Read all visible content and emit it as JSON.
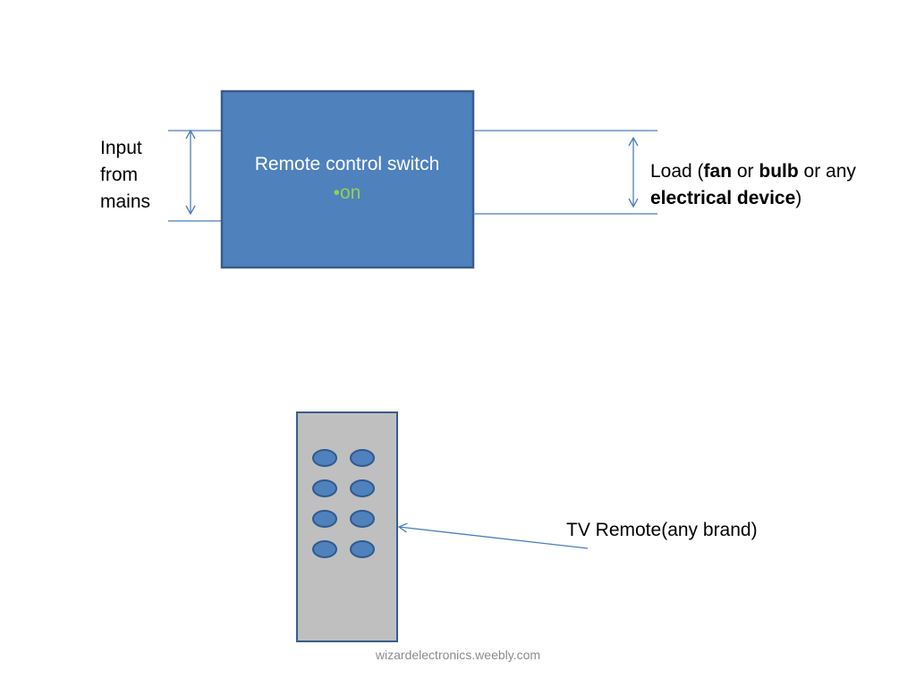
{
  "switch_box": {
    "title": "Remote control switch",
    "bullet": "•",
    "state": "on",
    "fill_color": "#4f81bd",
    "border_color": "#385d8a",
    "state_color": "#92d050"
  },
  "input": {
    "line1": "Input",
    "line2": "from",
    "line3": "mains"
  },
  "load": {
    "prefix": "Load (",
    "fan": "fan",
    "or1": " or ",
    "bulb": "bulb",
    "or2": " or any ",
    "device": "electrical device",
    "suffix": ")"
  },
  "remote": {
    "label": "TV Remote(any brand)",
    "body_color": "#bfbfbf",
    "button_color": "#4f81bd",
    "button_rows": 4,
    "button_cols": 2
  },
  "line_color": "#4a7ebb",
  "footer": {
    "text": "wizardelectronics.weebly.com"
  }
}
